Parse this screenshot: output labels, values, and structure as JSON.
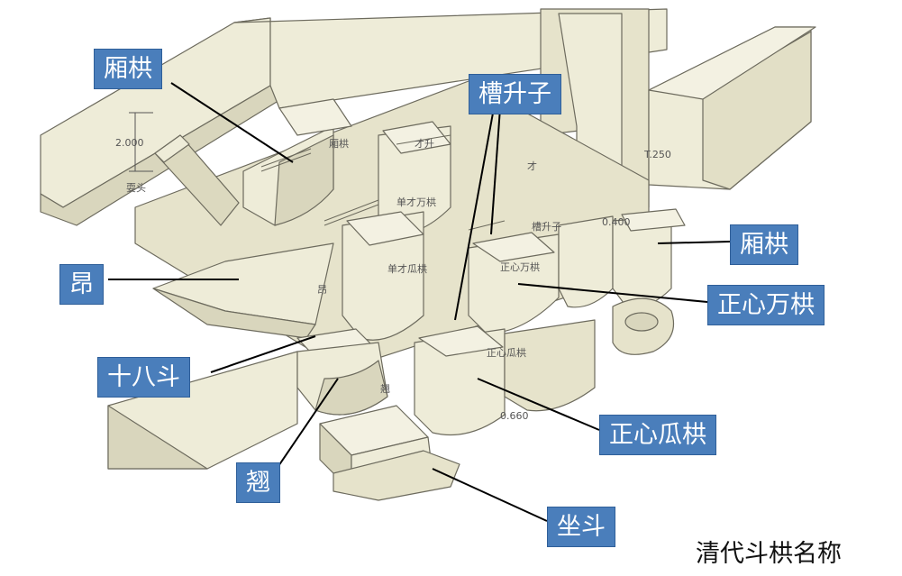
{
  "caption": "清代斗栱名称",
  "labels": {
    "xiang_gong_left": "厢栱",
    "cao_sheng_zi": "槽升子",
    "xiang_gong_right": "厢栱",
    "ang": "昂",
    "zheng_xin_wan_gong": "正心万栱",
    "shi_ba_dou": "十八斗",
    "zheng_xin_gua_gong": "正心瓜栱",
    "qiao": "翘",
    "zuo_dou": "坐斗"
  },
  "drawing_annotations": {
    "dim_2000": "2.000",
    "dim_250": "T.250",
    "dim_400": "0.400",
    "dim_660": "0.660",
    "shua_tou": "耍头",
    "xiang_gong_small": "厢栱",
    "cai_sheng": "才升",
    "cai": "才",
    "dan_cai_wan_gong": "单才万栱",
    "cao_sheng_zi_small": "槽升子",
    "ang_small": "昂",
    "dan_cai_gua_gong": "单才瓜栱",
    "zheng_xin_wan_gong_small": "正心万栱",
    "zheng_xin_gua_gong_small": "正心瓜栱",
    "qiao_small": "翘"
  },
  "colors": {
    "label_bg": "#4a7ebb",
    "label_text": "#ffffff",
    "model_fill": "#eeecd8",
    "model_shade": "#d9d6bd",
    "model_dark": "#c6c2a6",
    "model_line": "#6d6b5e",
    "leader_line": "#000000"
  }
}
